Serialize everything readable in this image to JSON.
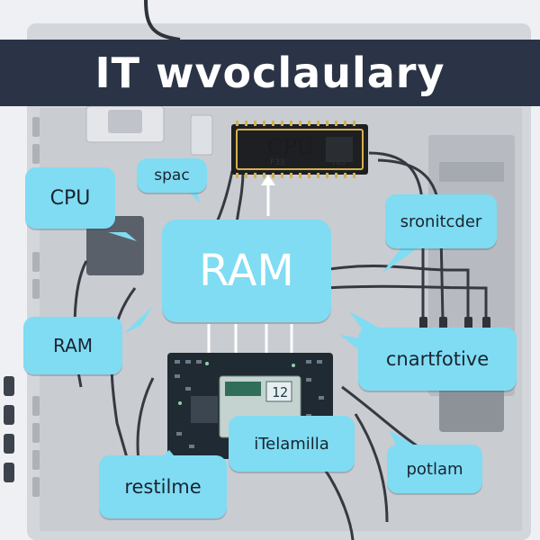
{
  "title": "IT wvoclaulary",
  "chip": {
    "label": "CPU",
    "left_code": "F33",
    "right_code": "T8S"
  },
  "board": {
    "number": "12"
  },
  "bubbles": {
    "spac": "spac",
    "cpu": "CPU",
    "ram_main": "RAM",
    "ram_small": "RAM",
    "sronitcder": "sronitcder",
    "cnartfotive": "cnartfotive",
    "telamilla": "iTelamilla",
    "restilme": "restilme",
    "potlam": "potlam"
  },
  "colors": {
    "bubble": "#7fdcf3",
    "banner": "#2b3446",
    "board": "#1f2a33",
    "wire": "#3a3f47"
  }
}
